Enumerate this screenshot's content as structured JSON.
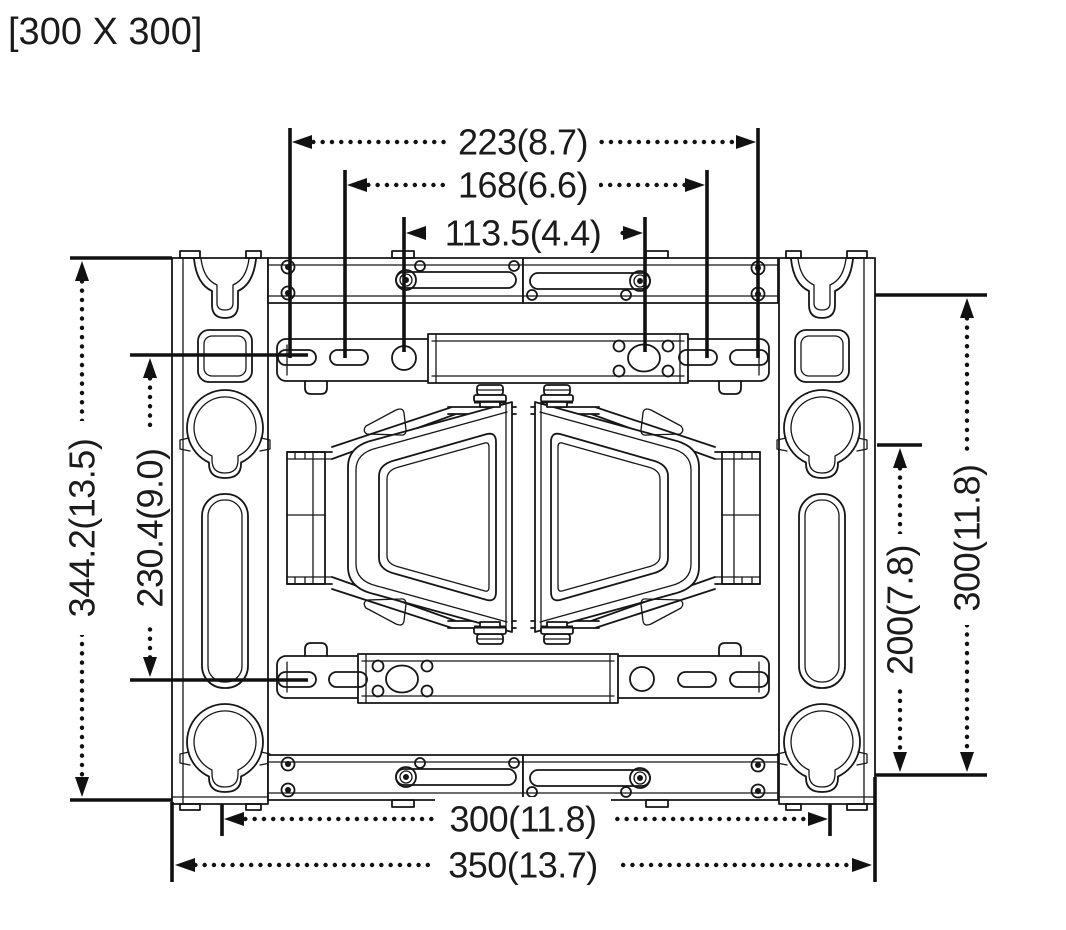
{
  "title": "[300 X 300]",
  "colors": {
    "line": "#161616",
    "text": "#1b1b1b",
    "background": "#ffffff"
  },
  "dimensions": {
    "top": {
      "outer": "223(8.7)",
      "middle": "168(6.6)",
      "inner": "113.5(4.4)"
    },
    "left": {
      "outer": "344.2(13.5)",
      "inner": "230.4(9.0)"
    },
    "right": {
      "outer": "300(11.8)",
      "inner": "200(7.8)"
    },
    "bottom": {
      "vesa": "300(11.8)",
      "overall": "350(13.7)"
    }
  }
}
